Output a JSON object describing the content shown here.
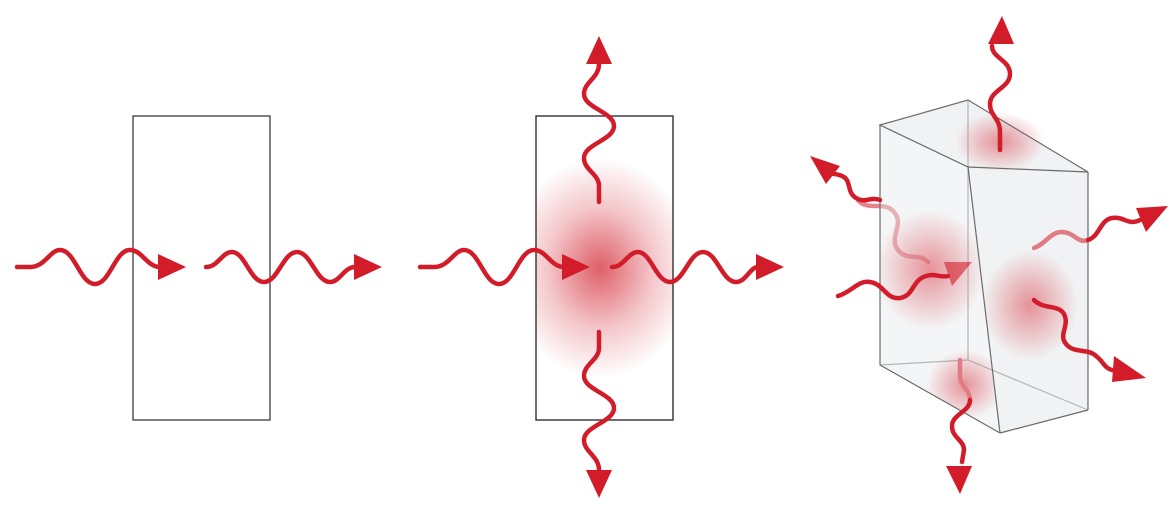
{
  "colors": {
    "ray": "#d21c2a",
    "ray_faded": "#e07a83",
    "slab_fill": "#e6e8ea",
    "slab_edge": "#2b2b2b",
    "absorb_start": "#d46870",
    "absorb_end": "#e8e9ec",
    "scatter_center": "#d9424d",
    "box_edge": "#6b6b6b",
    "background": "#ffffff"
  },
  "panels": [
    {
      "concept": "absorption",
      "glyph": "slab-with-gradient"
    },
    {
      "concept": "scattering-2d",
      "glyph": "slab-with-central-glow"
    },
    {
      "concept": "scattering-3d",
      "glyph": "transparent-box"
    }
  ]
}
